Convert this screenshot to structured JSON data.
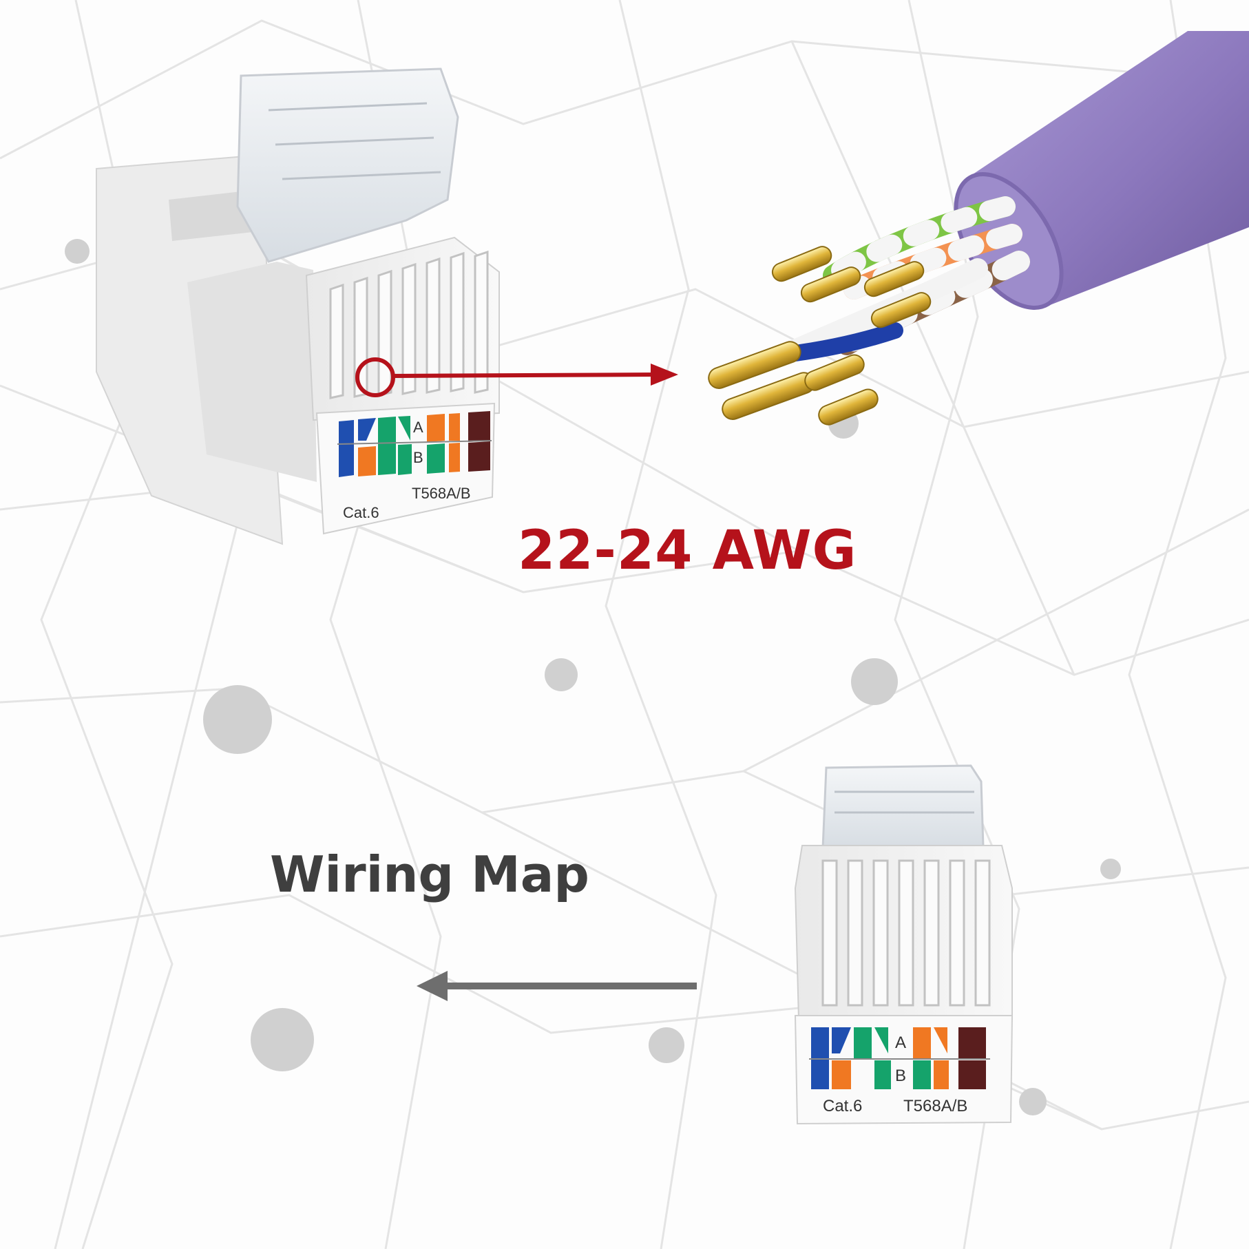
{
  "heading_awg": "22-24 AWG",
  "heading_wiring": "Wiring Map",
  "keystone_top": {
    "category": "Cat.6",
    "standard": "T568A/B",
    "row_a": "A",
    "row_b": "B"
  },
  "keystone_bottom": {
    "category": "Cat.6",
    "standard": "T568A/B",
    "row_a": "A",
    "row_b": "B"
  },
  "colors": {
    "accent_red": "#b5121b",
    "arrow_gray": "#6e6e6e",
    "cable_jacket": "#8e7bbf",
    "pair_blue": "#1f4fb0",
    "pair_green": "#15a36b",
    "pair_orange": "#f07822",
    "pair_brown": "#5a1e1e"
  }
}
